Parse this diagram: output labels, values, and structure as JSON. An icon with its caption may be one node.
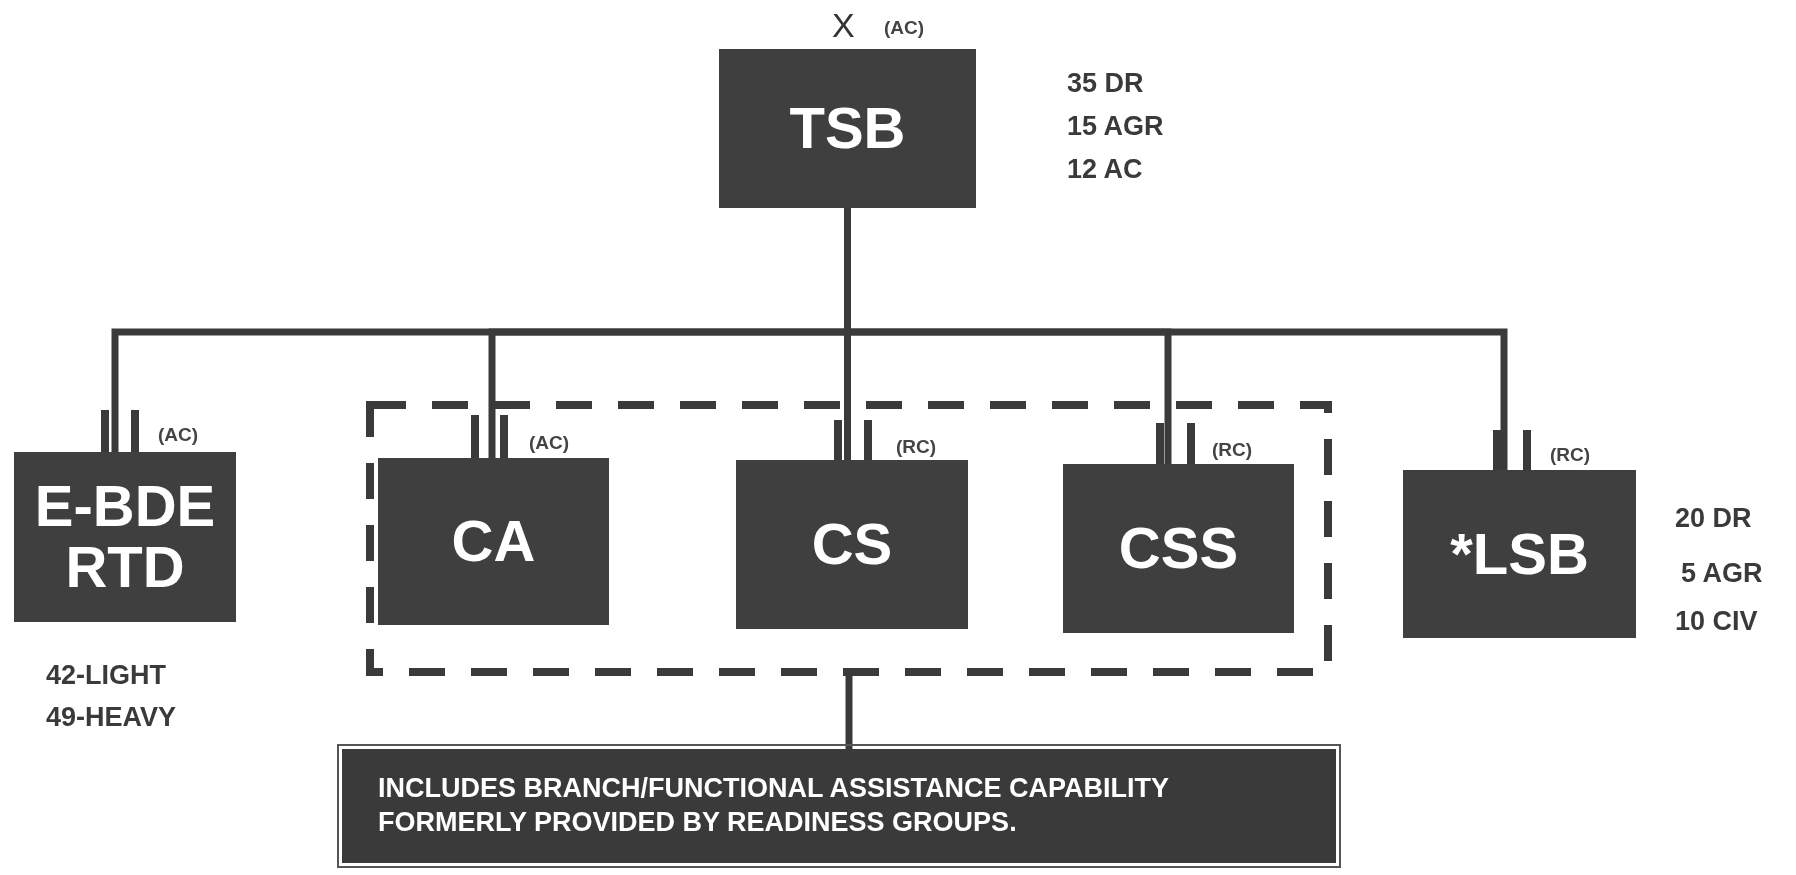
{
  "diagram": {
    "nodes": [
      {
        "text": [
          "TSB"
        ],
        "beside": [
          "X",
          "(AC)",
          "35 DR",
          "15 AGR",
          "12 AC"
        ]
      },
      {
        "text": [
          "E-BDE RTD"
        ],
        "beside": [
          "(AC)",
          "42-LIGHT",
          "49-HEAVY"
        ]
      },
      {
        "text": [],
        "shape": "box"
      },
      {
        "text": [
          "CA"
        ],
        "in": 2,
        "beside": [
          "(AC)"
        ]
      },
      {
        "text": [
          "CS"
        ],
        "in": 2,
        "beside": [
          "(RC)"
        ]
      },
      {
        "text": [
          "CSS"
        ],
        "in": 2,
        "beside": [
          "(RC)"
        ]
      },
      {
        "text": [
          "*LSB"
        ],
        "beside": [
          "(RC)",
          "20 DR",
          "5 AGR",
          "10 CIV"
        ]
      },
      {
        "text": [
          "INCLUDES BRANCH/FUNCTIONAL ASSISTANCE CAPABILITY FORMERLY PROVIDED BY READINESS GROUPS."
        ]
      }
    ],
    "edges": [
      {
        "from": 0,
        "to": 1,
        "arrow": "none"
      },
      {
        "from": 0,
        "to": 3,
        "arrow": "none"
      },
      {
        "from": 0,
        "to": 4,
        "arrow": "none"
      },
      {
        "from": 0,
        "to": 5,
        "arrow": "none"
      },
      {
        "from": 0,
        "to": 6,
        "arrow": "none"
      },
      {
        "from": 2,
        "to": 7,
        "arrow": "none"
      }
    ]
  }
}
